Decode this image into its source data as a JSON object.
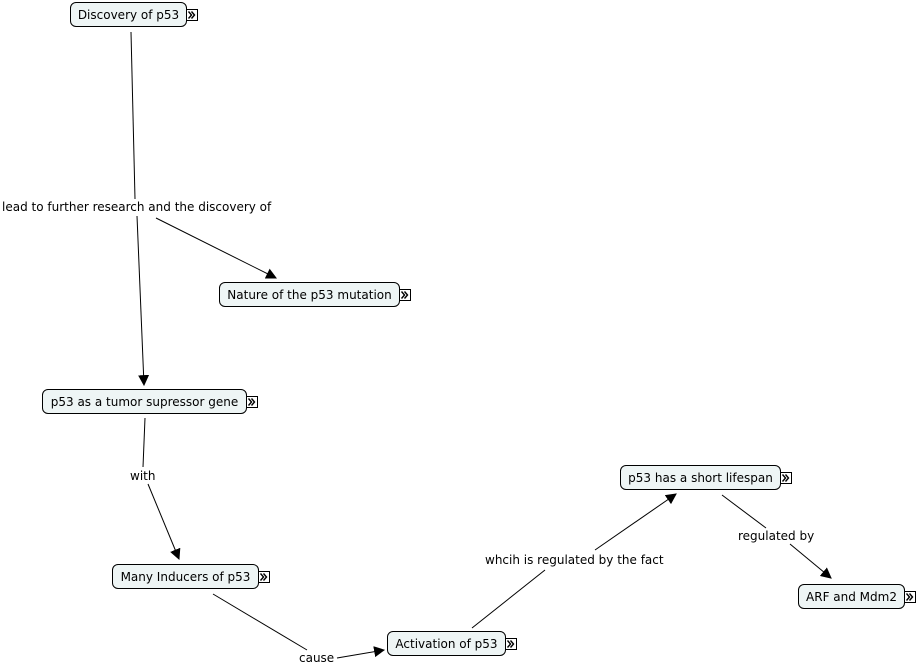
{
  "concepts": {
    "discovery": "Discovery of p53",
    "mutation": "Nature of the p53 mutation",
    "tumor_suppressor": "p53 as a tumor supressor gene",
    "inducers": "Many Inducers of p53",
    "activation": "Activation of p53",
    "short_lifespan": "p53 has a short lifespan",
    "arf_mdm2": "ARF and Mdm2"
  },
  "linking_phrases": {
    "lead_to": "lead to further research and the discovery of",
    "with": "with",
    "cause": "cause",
    "regulated_fact": "whcih is regulated by the fact",
    "regulated_by": "regulated by"
  },
  "icons": {
    "expander": "double-chevron-right-icon"
  },
  "colors": {
    "node_fill": "#eef5f5",
    "line": "#000000",
    "background": "#ffffff"
  }
}
